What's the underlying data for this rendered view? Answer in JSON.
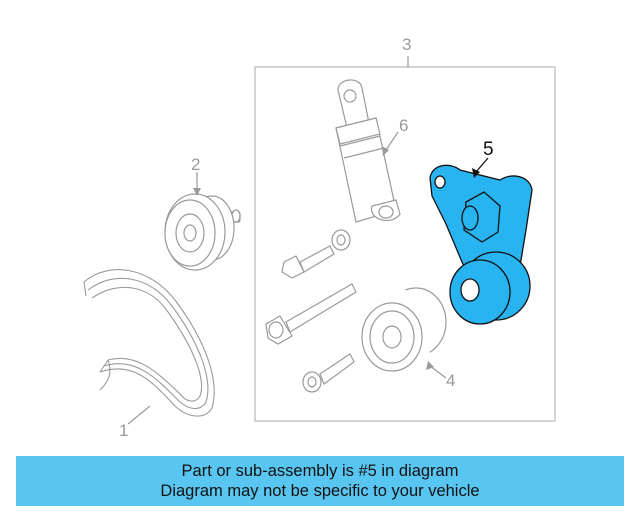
{
  "diagram": {
    "callouts": {
      "belt": "1",
      "idler_pulley_upper": "2",
      "assembly_box": "3",
      "idler_pulley_lower": "4",
      "tensioner": "5",
      "damper": "6"
    },
    "highlight_color": "#27b4f0"
  },
  "banner": {
    "line1": "Part or sub-assembly is #5 in diagram",
    "line2": "Diagram may not be specific to your vehicle",
    "background": "#59c6f2"
  }
}
